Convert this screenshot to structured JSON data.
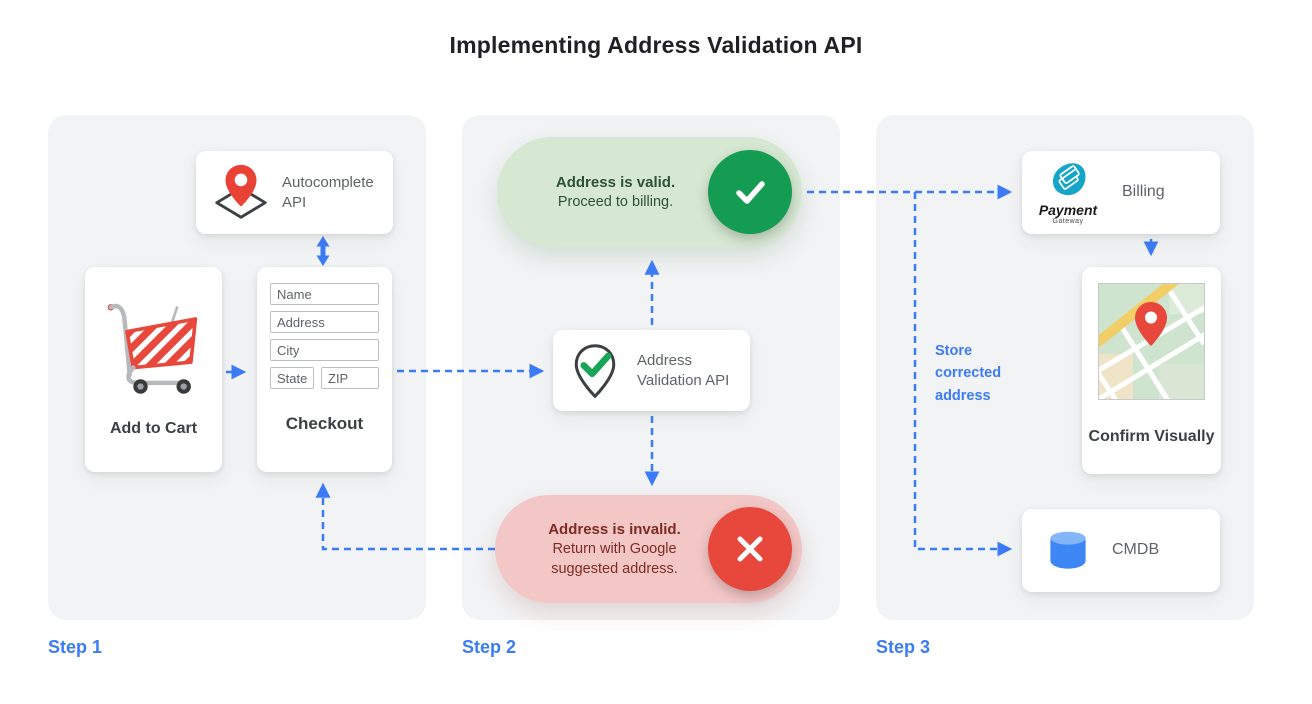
{
  "title": "Implementing Address Validation API",
  "colors": {
    "accent_blue": "#3b7cf6",
    "panel_bg": "#f1f3f4",
    "valid_pill_bg": "#d6e8d2",
    "valid_text": "#2f5233",
    "valid_circle": "#149c52",
    "invalid_pill_bg": "#f4c7c7",
    "invalid_text": "#7e2b22",
    "invalid_circle": "#e8473b",
    "card_label_gray": "#5f6368",
    "dark_label": "#3c4043",
    "payment_teal": "#14a5c8",
    "cmdb_blue": "#3d87f5"
  },
  "step1": {
    "label": "Step 1",
    "autocomplete_card": {
      "label": "Autocomplete API",
      "icon": "map-pin-diamond-icon"
    },
    "add_to_cart_card": {
      "label": "Add to Cart",
      "icon": "shopping-cart-icon"
    },
    "checkout_card": {
      "label": "Checkout",
      "fields": [
        "Name",
        "Address",
        "City",
        "State",
        "ZIP"
      ]
    }
  },
  "step2": {
    "label": "Step 2",
    "valid_pill": {
      "title": "Address is valid.",
      "subtitle": "Proceed to billing.",
      "icon": "checkmark-icon"
    },
    "validation_card": {
      "label": "Address Validation API",
      "icon": "pin-check-icon"
    },
    "invalid_pill": {
      "title": "Address is invalid.",
      "subtitle": "Return with Google suggested address.",
      "icon": "x-icon"
    }
  },
  "step3": {
    "label": "Step 3",
    "billing_card": {
      "label": "Billing",
      "logo_title": "Payment",
      "logo_subtitle": "Gateway",
      "icon": "payment-gateway-logo"
    },
    "confirm_card": {
      "label": "Confirm Visually",
      "icon": "map-thumbnail"
    },
    "cmdb_card": {
      "label": "CMDB",
      "icon": "database-cylinder-icon"
    },
    "annotation": "Store corrected address"
  }
}
